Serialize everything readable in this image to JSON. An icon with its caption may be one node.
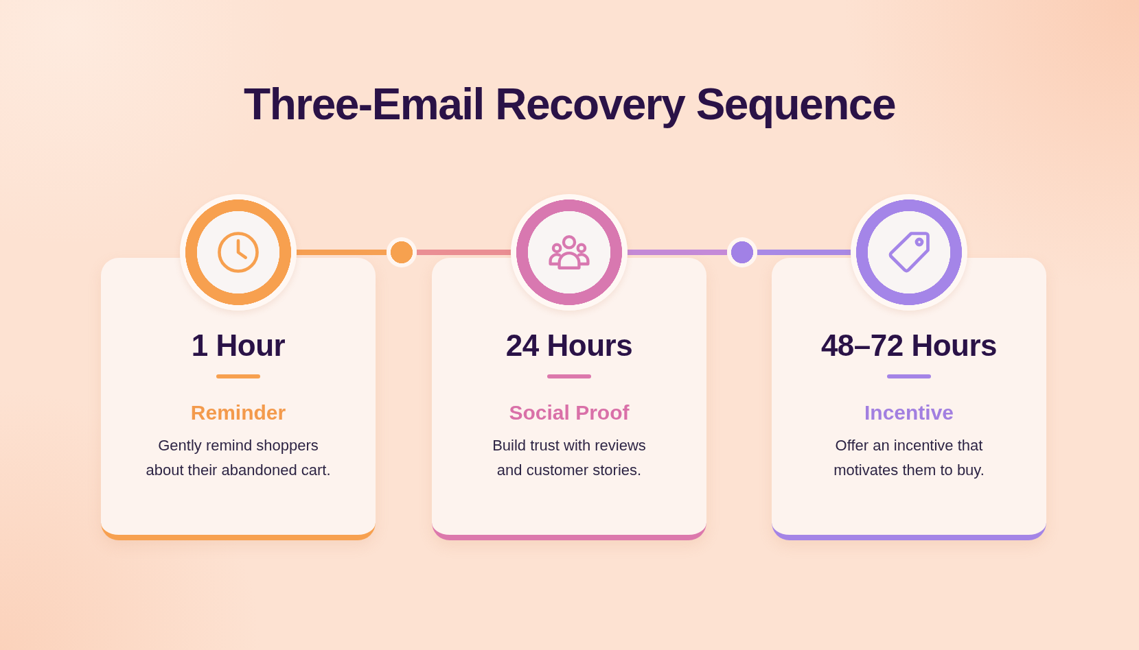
{
  "diagram": {
    "title": "Three-Email Recovery Sequence",
    "nodes": [
      {
        "text": [],
        "shape": "circle"
      },
      {
        "text": [
          "1 Hour",
          "Reminder",
          "Gently remind shoppers about their abandoned cart."
        ]
      },
      {
        "text": [],
        "shape": "circle"
      },
      {
        "text": [],
        "shape": "circle"
      },
      {
        "text": [
          "24 Hours",
          "Social Proof",
          "Build trust with reviews and customer stories."
        ]
      },
      {
        "text": [],
        "shape": "circle"
      },
      {
        "text": [],
        "shape": "circle"
      },
      {
        "text": [
          "48–72 Hours",
          "Incentive",
          "Offer an incentive that motivates them to buy."
        ]
      }
    ],
    "edges": [
      {
        "from": 0,
        "to": 2,
        "arrow": "none",
        "color": "#f6a053"
      },
      {
        "from": 2,
        "to": 3,
        "arrow": "none",
        "color": "#ea8f94"
      },
      {
        "from": 3,
        "to": 5,
        "arrow": "none",
        "color": "#c48ad8"
      },
      {
        "from": 5,
        "to": 6,
        "arrow": "none",
        "color": "#a889e6"
      }
    ]
  }
}
